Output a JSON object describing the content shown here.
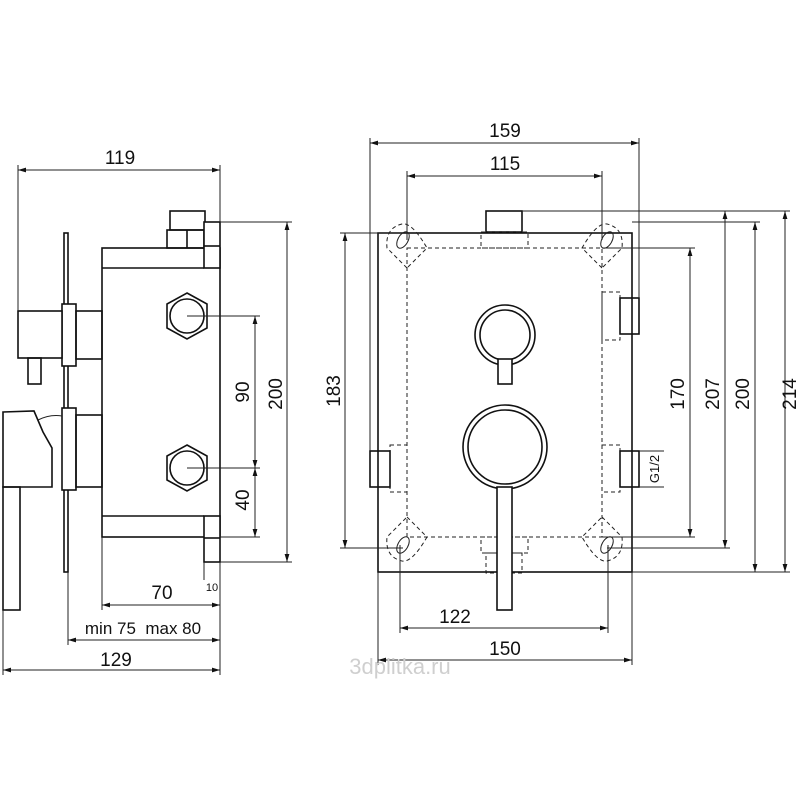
{
  "watermark": "3dplitka.ru",
  "side_view": {
    "dims": {
      "overall_top": "119",
      "center_spacing": "90",
      "height": "200",
      "bottom_offset": "40",
      "body_depth": "70",
      "fitting": "10",
      "install_depth": "min 75  max 80",
      "overall_bottom": "129"
    }
  },
  "front_view": {
    "dims": {
      "plate_width": "159",
      "mount_width": "115",
      "left_height": "183",
      "inner_height": "170",
      "h207": "207",
      "h200": "200",
      "h214": "214",
      "slot_spacing": "122",
      "body_width": "150"
    },
    "thread_label": "G1/2"
  }
}
